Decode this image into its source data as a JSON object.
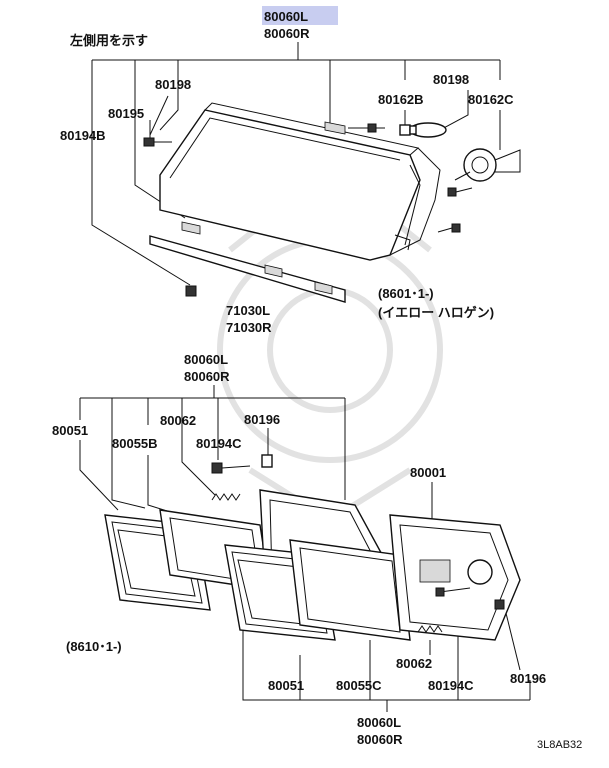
{
  "highlight_color": "#c8cdf0",
  "note_top_left": "左側用を示す",
  "note_upper_model": "(8601･1-)",
  "note_upper_variant": "(イエロー ハロゲン)",
  "note_lower_model": "(8610･1-)",
  "figure_code": "3L8AB32",
  "upper": {
    "assembly_l": "80060L",
    "assembly_r": "80060R",
    "bolt_80198_left": "80198",
    "screw_80195": "80195",
    "bolt_80194b": "80194B",
    "bulb_80162b": "80162B",
    "bulb_80162c": "80162C",
    "bolt_80198_right": "80198",
    "trim_l": "71030L",
    "trim_r": "71030R"
  },
  "lower": {
    "assembly_top_l": "80060L",
    "assembly_top_r": "80060R",
    "rim_80051_top": "80051",
    "ring_80055b": "80055B",
    "spring_80062_top": "80062",
    "screw_80194c_top": "80194C",
    "nut_80196_top": "80196",
    "housing_80001": "80001",
    "spring_80062_bottom": "80062",
    "rim_80051_bottom": "80051",
    "ring_80055c": "80055C",
    "screw_80194c_bottom": "80194C",
    "nut_80196_bottom": "80196",
    "assembly_bottom_l": "80060L",
    "assembly_bottom_r": "80060R"
  }
}
